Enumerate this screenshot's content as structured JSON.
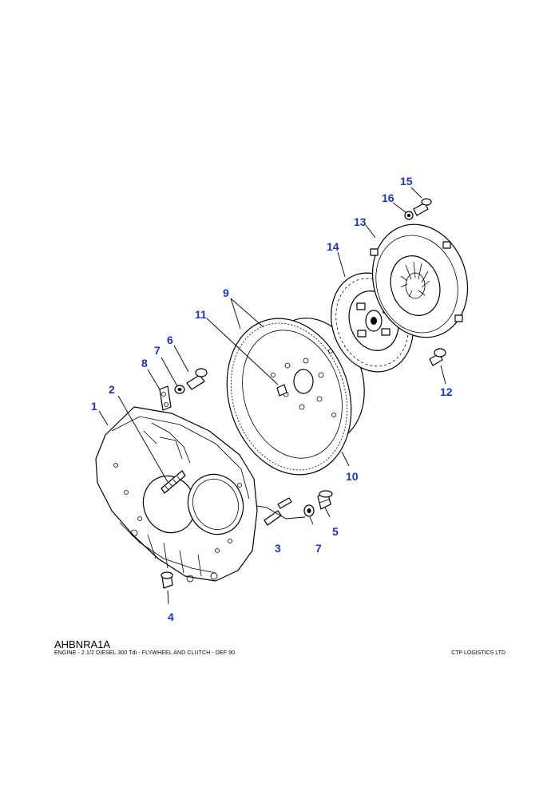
{
  "drawing_id": "AHBNRA1A",
  "caption": "ENGINE - 2 1/2 DIESEL 300 Tdi - FLYWHEEL AND CLUTCH - DEF 90",
  "copyright": "CTP LOGISTICS LTD",
  "callout_color": "#1a33c8",
  "callouts": [
    {
      "id": "c1",
      "label": "1"
    },
    {
      "id": "c2",
      "label": "2"
    },
    {
      "id": "c3",
      "label": "3"
    },
    {
      "id": "c4",
      "label": "4"
    },
    {
      "id": "c5",
      "label": "5"
    },
    {
      "id": "c6",
      "label": "6"
    },
    {
      "id": "c7a",
      "label": "7"
    },
    {
      "id": "c7b",
      "label": "7"
    },
    {
      "id": "c8",
      "label": "8"
    },
    {
      "id": "c9",
      "label": "9"
    },
    {
      "id": "c10",
      "label": "10"
    },
    {
      "id": "c11",
      "label": "11"
    },
    {
      "id": "c12",
      "label": "12"
    },
    {
      "id": "c13",
      "label": "13"
    },
    {
      "id": "c14",
      "label": "14"
    },
    {
      "id": "c15",
      "label": "15"
    },
    {
      "id": "c16",
      "label": "16"
    }
  ]
}
